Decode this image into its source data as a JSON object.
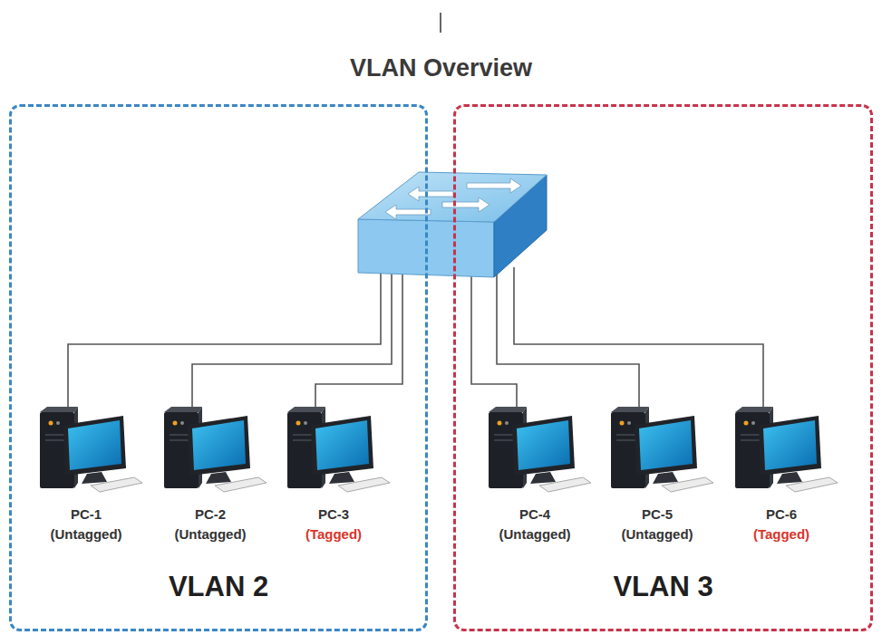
{
  "diagram": {
    "title": "VLAN Overview",
    "nodes": [
      {
        "text": [
          "VLAN 2"
        ]
      },
      {
        "text": [
          "PC-1",
          "(Untagged)"
        ],
        "in": 0
      },
      {
        "text": [
          "PC-2",
          "(Untagged)"
        ],
        "in": 0
      },
      {
        "text": [
          "PC-3",
          "(Tagged)"
        ],
        "in": 0
      },
      {
        "text": [
          "VLAN 3"
        ]
      },
      {
        "text": [
          "PC-4",
          "(Untagged)"
        ],
        "in": 4
      },
      {
        "text": [
          "PC-5",
          "(Untagged)"
        ],
        "in": 4
      },
      {
        "text": [
          "PC-6",
          "(Tagged)"
        ],
        "in": 4
      }
    ]
  }
}
